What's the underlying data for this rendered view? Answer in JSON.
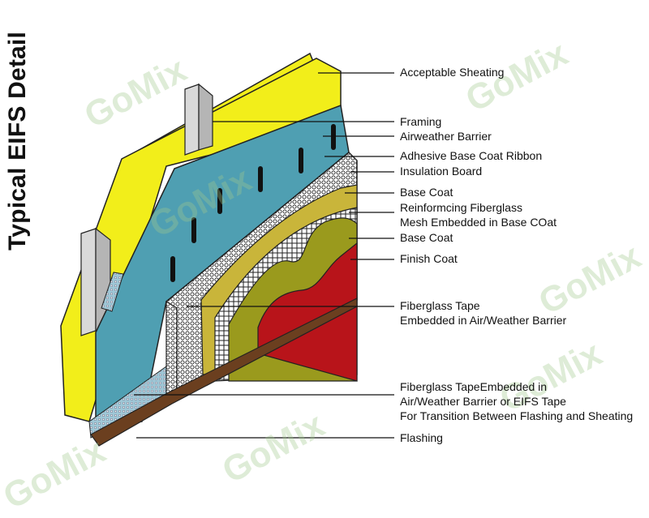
{
  "title": "Typical EIFS Detail",
  "watermark": "GoMix",
  "colors": {
    "sheathing": "#f2ee1a",
    "barrier": "#4f9fb2",
    "insulation_dots": "#ffffff",
    "mesh": "#ffffff",
    "base_coat": "#c9b53a",
    "base_coat_olive": "#9a9a1d",
    "finish_coat": "#b8141a",
    "flashing": "#6b3f1f",
    "framing": "#cfcfcf"
  },
  "callouts": {
    "acceptable_sheathing": [
      "Acceptable Sheating"
    ],
    "framing": [
      "Framing"
    ],
    "air_weather_barrier": [
      "Airweather Barrier"
    ],
    "adhesive_ribbon": [
      "Adhesive Base Coat Ribbon"
    ],
    "insulation_board": [
      "Insulation Board"
    ],
    "base_coat_1": [
      "Base Coat"
    ],
    "reinforcing_mesh": [
      "Reinformcing Fiberglass",
      "Mesh Embedded in Base COat"
    ],
    "base_coat_2": [
      "Base Coat"
    ],
    "finish_coat": [
      "Finish Coat"
    ],
    "fiberglass_tape": [
      "Fiberglass Tape",
      "Embedded in Air/Weather Barrier"
    ],
    "fiberglass_tape_transition": [
      "Fiberglass TapeEmbedded in",
      "Air/Weather Barrier or EIFS Tape",
      "For Transition Between Flashing and Sheating"
    ],
    "flashing": [
      "Flashing"
    ]
  }
}
